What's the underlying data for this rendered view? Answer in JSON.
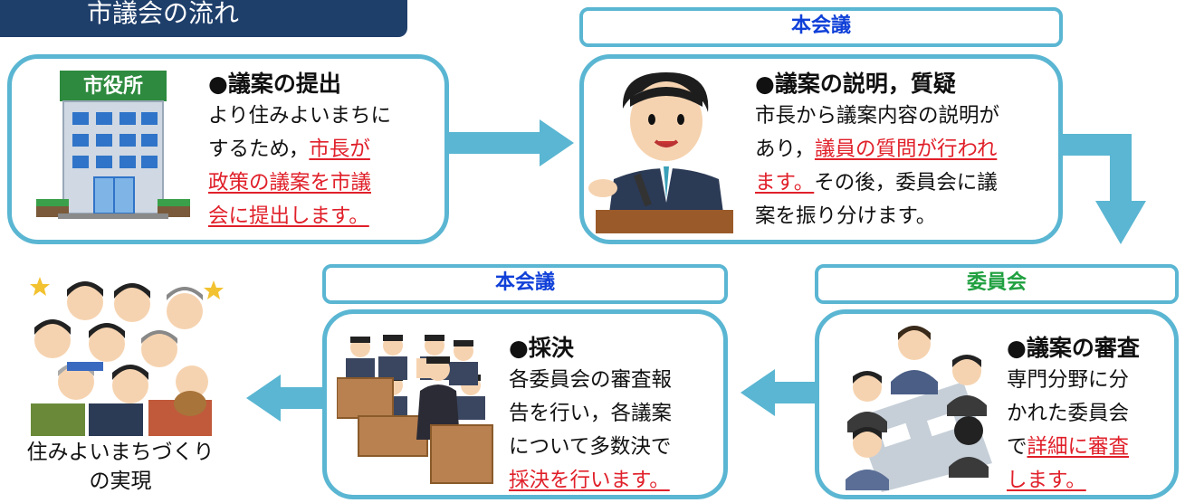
{
  "header": {
    "title": "市議会の流れ"
  },
  "colors": {
    "accent": "#5ab6d2",
    "title_bg": "#1f3f6b",
    "highlight": "#e0202a",
    "plenary_label": "#1040d8",
    "committee_label": "#20a040"
  },
  "steps": [
    {
      "label": "",
      "heading": "●議案の提出",
      "lines": [
        "より住みよいまちに",
        "するため，",
        "市長が",
        "政策の議案を市議",
        "会に提出します。"
      ],
      "illustration": "city-hall-icon",
      "sign": "市役所"
    },
    {
      "label": "本会議",
      "heading": "●議案の説明，質疑",
      "lines": [
        "市長から議案内容の説明が",
        "あり，",
        "議員の質問が行われ",
        "ます。",
        "その後，委員会に議",
        "案を振り分けます。"
      ],
      "illustration": "mayor-speaking-icon"
    },
    {
      "label": "委員会",
      "heading": "●議案の審査",
      "lines": [
        "専門分野に分",
        "かれた委員会",
        "で",
        "詳細に審査",
        "します。"
      ],
      "illustration": "committee-meeting-icon"
    },
    {
      "label": "本会議",
      "heading": "●採決",
      "lines": [
        "各委員会の審査報",
        "告を行い，各議案",
        "について多数決で",
        "採決を行います。"
      ],
      "illustration": "assembly-vote-icon"
    }
  ],
  "result": {
    "lines": [
      "住みよいまちづくり",
      "の実現"
    ],
    "illustration": "happy-citizens-icon"
  }
}
